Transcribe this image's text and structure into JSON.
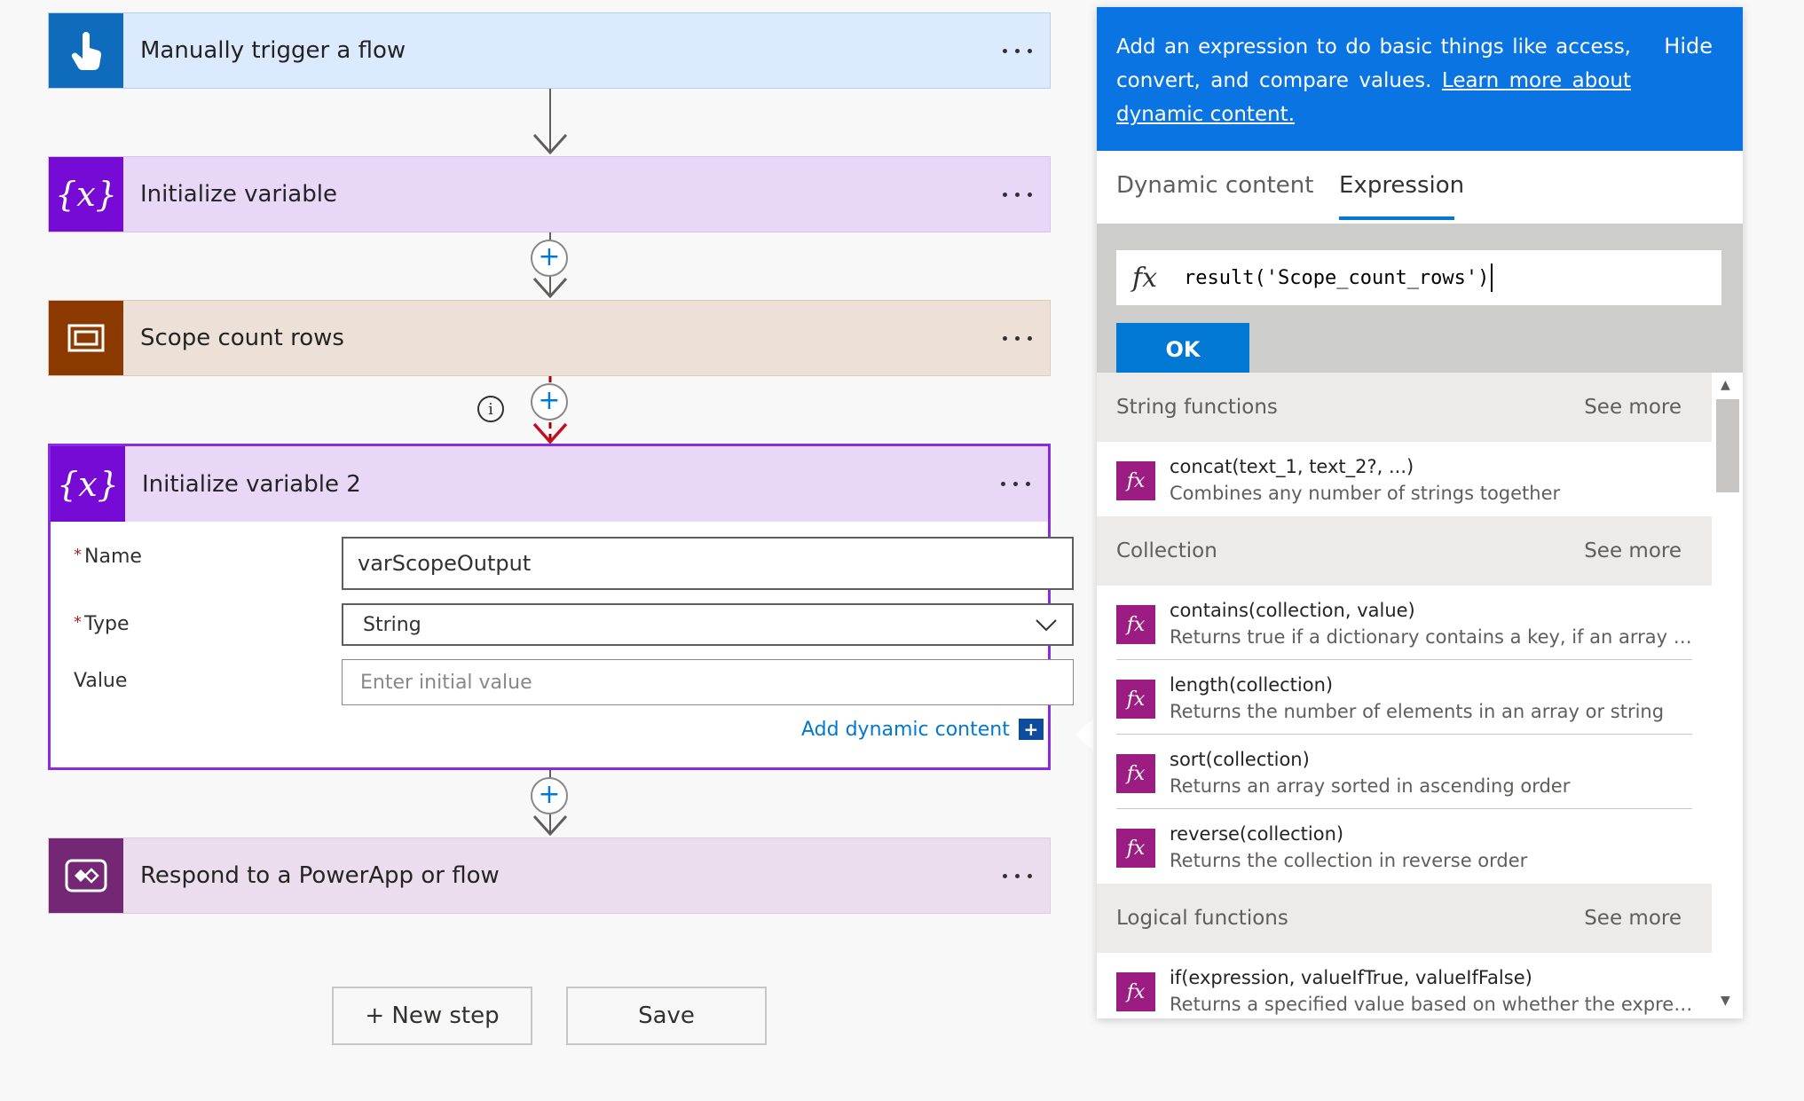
{
  "steps": [
    {
      "title": "Manually trigger a flow",
      "icon": "touch-icon",
      "color": "#0f6cbd"
    },
    {
      "title": "Initialize variable",
      "icon": "variable-icon",
      "color": "#770bd6"
    },
    {
      "title": "Scope count rows",
      "icon": "scope-icon",
      "color": "#8c3900"
    },
    {
      "title": "Initialize variable 2",
      "icon": "variable-icon",
      "color": "#770bd6"
    },
    {
      "title": "Respond to a PowerApp or flow",
      "icon": "powerapps-icon",
      "color": "#742774"
    }
  ],
  "variable_form": {
    "name_label": "Name",
    "name_value": "varScopeOutput",
    "type_label": "Type",
    "type_value": "String",
    "value_label": "Value",
    "value_placeholder": "Enter initial value",
    "required_mark": "*",
    "add_dynamic_label": "Add dynamic content",
    "add_dynamic_icon_text": "+"
  },
  "footer": {
    "new_step_label": "+ New step",
    "save_label": "Save"
  },
  "panel": {
    "info_text": "Add an expression to do basic things like access, convert, and compare values.",
    "info_link": "Learn more about dynamic content.",
    "hide_label": "Hide",
    "tabs": [
      "Dynamic content",
      "Expression"
    ],
    "active_tab": "Expression",
    "fx_symbol": "fx",
    "expression_value": "result('Scope_count_rows')",
    "ok_label": "OK",
    "categories": [
      {
        "name": "String functions",
        "see_more": "See more",
        "functions": [
          {
            "sig": "concat(text_1, text_2?, ...)",
            "desc": "Combines any number of strings together"
          }
        ]
      },
      {
        "name": "Collection",
        "see_more": "See more",
        "functions": [
          {
            "sig": "contains(collection, value)",
            "desc": "Returns true if a dictionary contains a key, if an array con..."
          },
          {
            "sig": "length(collection)",
            "desc": "Returns the number of elements in an array or string"
          },
          {
            "sig": "sort(collection)",
            "desc": "Returns an array sorted in ascending order"
          },
          {
            "sig": "reverse(collection)",
            "desc": "Returns the collection in reverse order"
          }
        ]
      },
      {
        "name": "Logical functions",
        "see_more": "See more",
        "functions": [
          {
            "sig": "if(expression, valueIfTrue, valueIfFalse)",
            "desc": "Returns a specified value based on whether the expressio..."
          }
        ]
      }
    ]
  },
  "colors": {
    "accent": "#0078d4",
    "banner": "#0a74e3",
    "function_badge": "#9b1d82",
    "selected_border": "#8a2be2",
    "error_connector": "#a80000"
  }
}
